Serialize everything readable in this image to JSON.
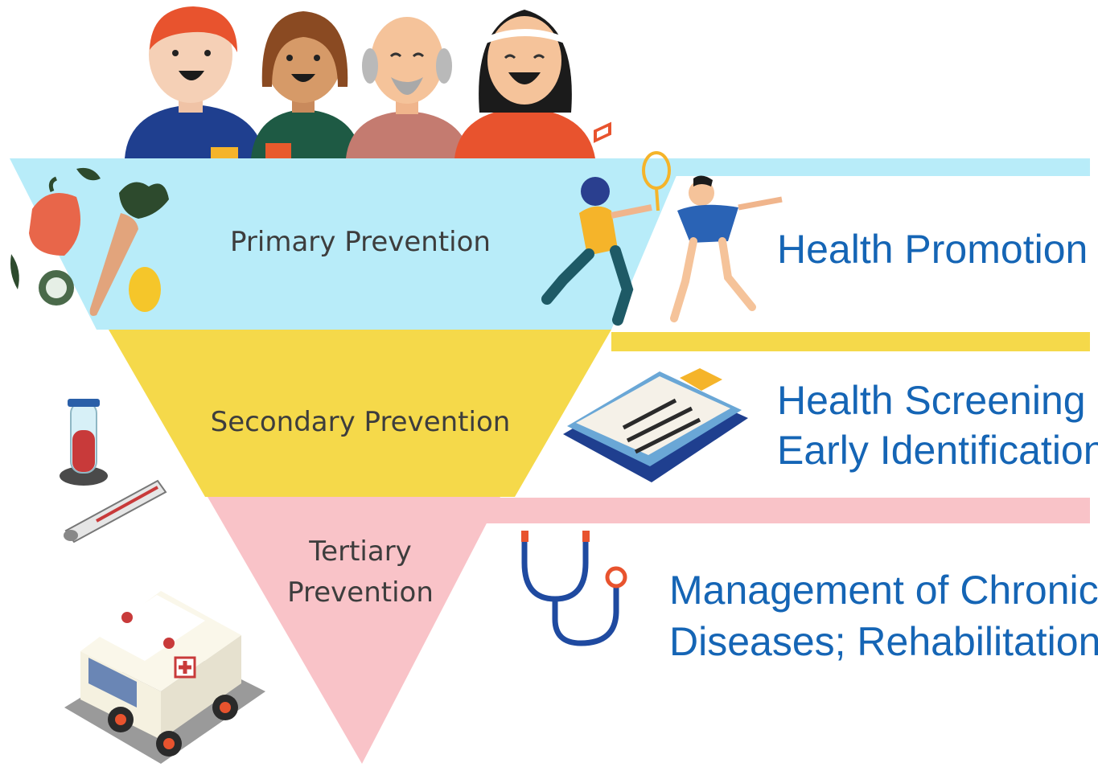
{
  "tiers": {
    "primary": {
      "label": "Primary Prevention",
      "color": "#b8ecf9"
    },
    "secondary": {
      "label": "Secondary Prevention",
      "color": "#f5d94a"
    },
    "tertiary": {
      "line1": "Tertiary",
      "line2": "Prevention",
      "color": "#f9c3c8"
    }
  },
  "descriptions": {
    "primary": {
      "text": "Health Promotion"
    },
    "secondary": {
      "line1": "Health Screening",
      "line2": "Early Identification"
    },
    "tertiary": {
      "line1": "Management of Chronic",
      "line2": "Diseases; Rehabilitation"
    }
  },
  "colors": {
    "description_text": "#1565b5"
  },
  "icons": [
    "people-group-icon",
    "vegetables-icon",
    "exercise-people-icon",
    "checklist-icon",
    "test-tube-icon",
    "thermometer-icon",
    "ambulance-icon",
    "stethoscope-icon"
  ]
}
